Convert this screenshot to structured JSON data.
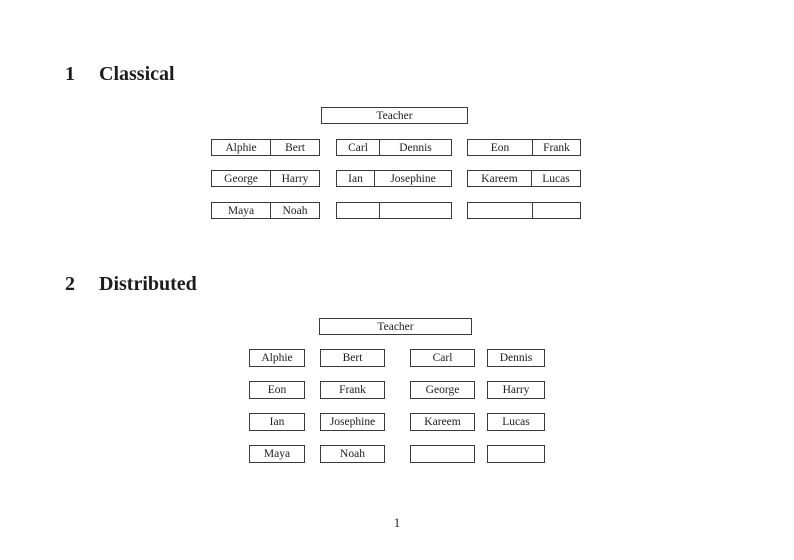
{
  "page_number": "1",
  "colors": {
    "background": "#ffffff",
    "border": "#3a3a3a",
    "text": "#1c1c1c"
  },
  "sections": [
    {
      "number": "1",
      "title": "Classical",
      "teacher_label": "Teacher",
      "desks": [
        [
          {
            "left": "Alphie",
            "right": "Bert"
          },
          {
            "left": "Carl",
            "right": "Dennis"
          },
          {
            "left": "Eon",
            "right": "Frank"
          }
        ],
        [
          {
            "left": "George",
            "right": "Harry"
          },
          {
            "left": "Ian",
            "right": "Josephine"
          },
          {
            "left": "Kareem",
            "right": "Lucas"
          }
        ],
        [
          {
            "left": "Maya",
            "right": "Noah"
          },
          {
            "left": "",
            "right": ""
          },
          {
            "left": "",
            "right": ""
          }
        ]
      ]
    },
    {
      "number": "2",
      "title": "Distributed",
      "teacher_label": "Teacher",
      "seats": [
        [
          "Alphie",
          "Bert",
          "Carl",
          "Dennis"
        ],
        [
          "Eon",
          "Frank",
          "George",
          "Harry"
        ],
        [
          "Ian",
          "Josephine",
          "Kareem",
          "Lucas"
        ],
        [
          "Maya",
          "Noah",
          "",
          ""
        ]
      ]
    }
  ]
}
